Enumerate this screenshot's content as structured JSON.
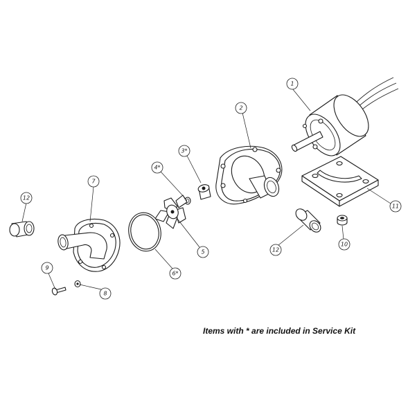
{
  "callouts": {
    "c1": "1",
    "c2": "2",
    "c3": "3*",
    "c4": "4*",
    "c5": "5",
    "c6": "6*",
    "c7": "7",
    "c8": "8",
    "c9": "9",
    "c10": "10",
    "c11": "11",
    "c12a": "12",
    "c12b": "12"
  },
  "note": "Items with * are included in Service Kit"
}
